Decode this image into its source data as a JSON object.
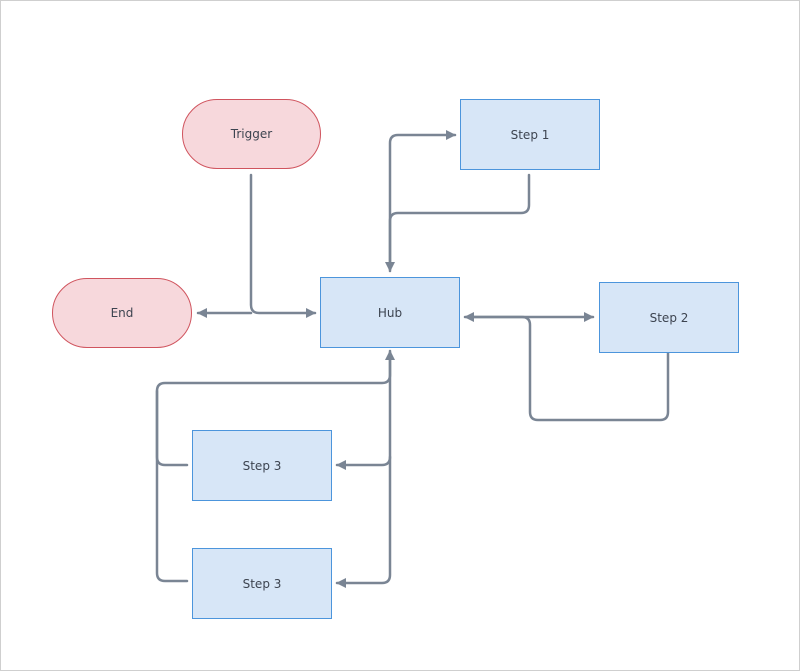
{
  "diagram": {
    "nodes": {
      "trigger": "Trigger",
      "end": "End",
      "hub": "Hub",
      "step1": "Step 1",
      "step2": "Step 2",
      "step3a": "Step 3",
      "step3b": "Step 3"
    },
    "colors": {
      "process_fill": "#d7e6f7",
      "process_border": "#4c95dc",
      "terminal_fill": "#f7d8dc",
      "terminal_border": "#d0545e",
      "connector": "#7a8594"
    }
  }
}
